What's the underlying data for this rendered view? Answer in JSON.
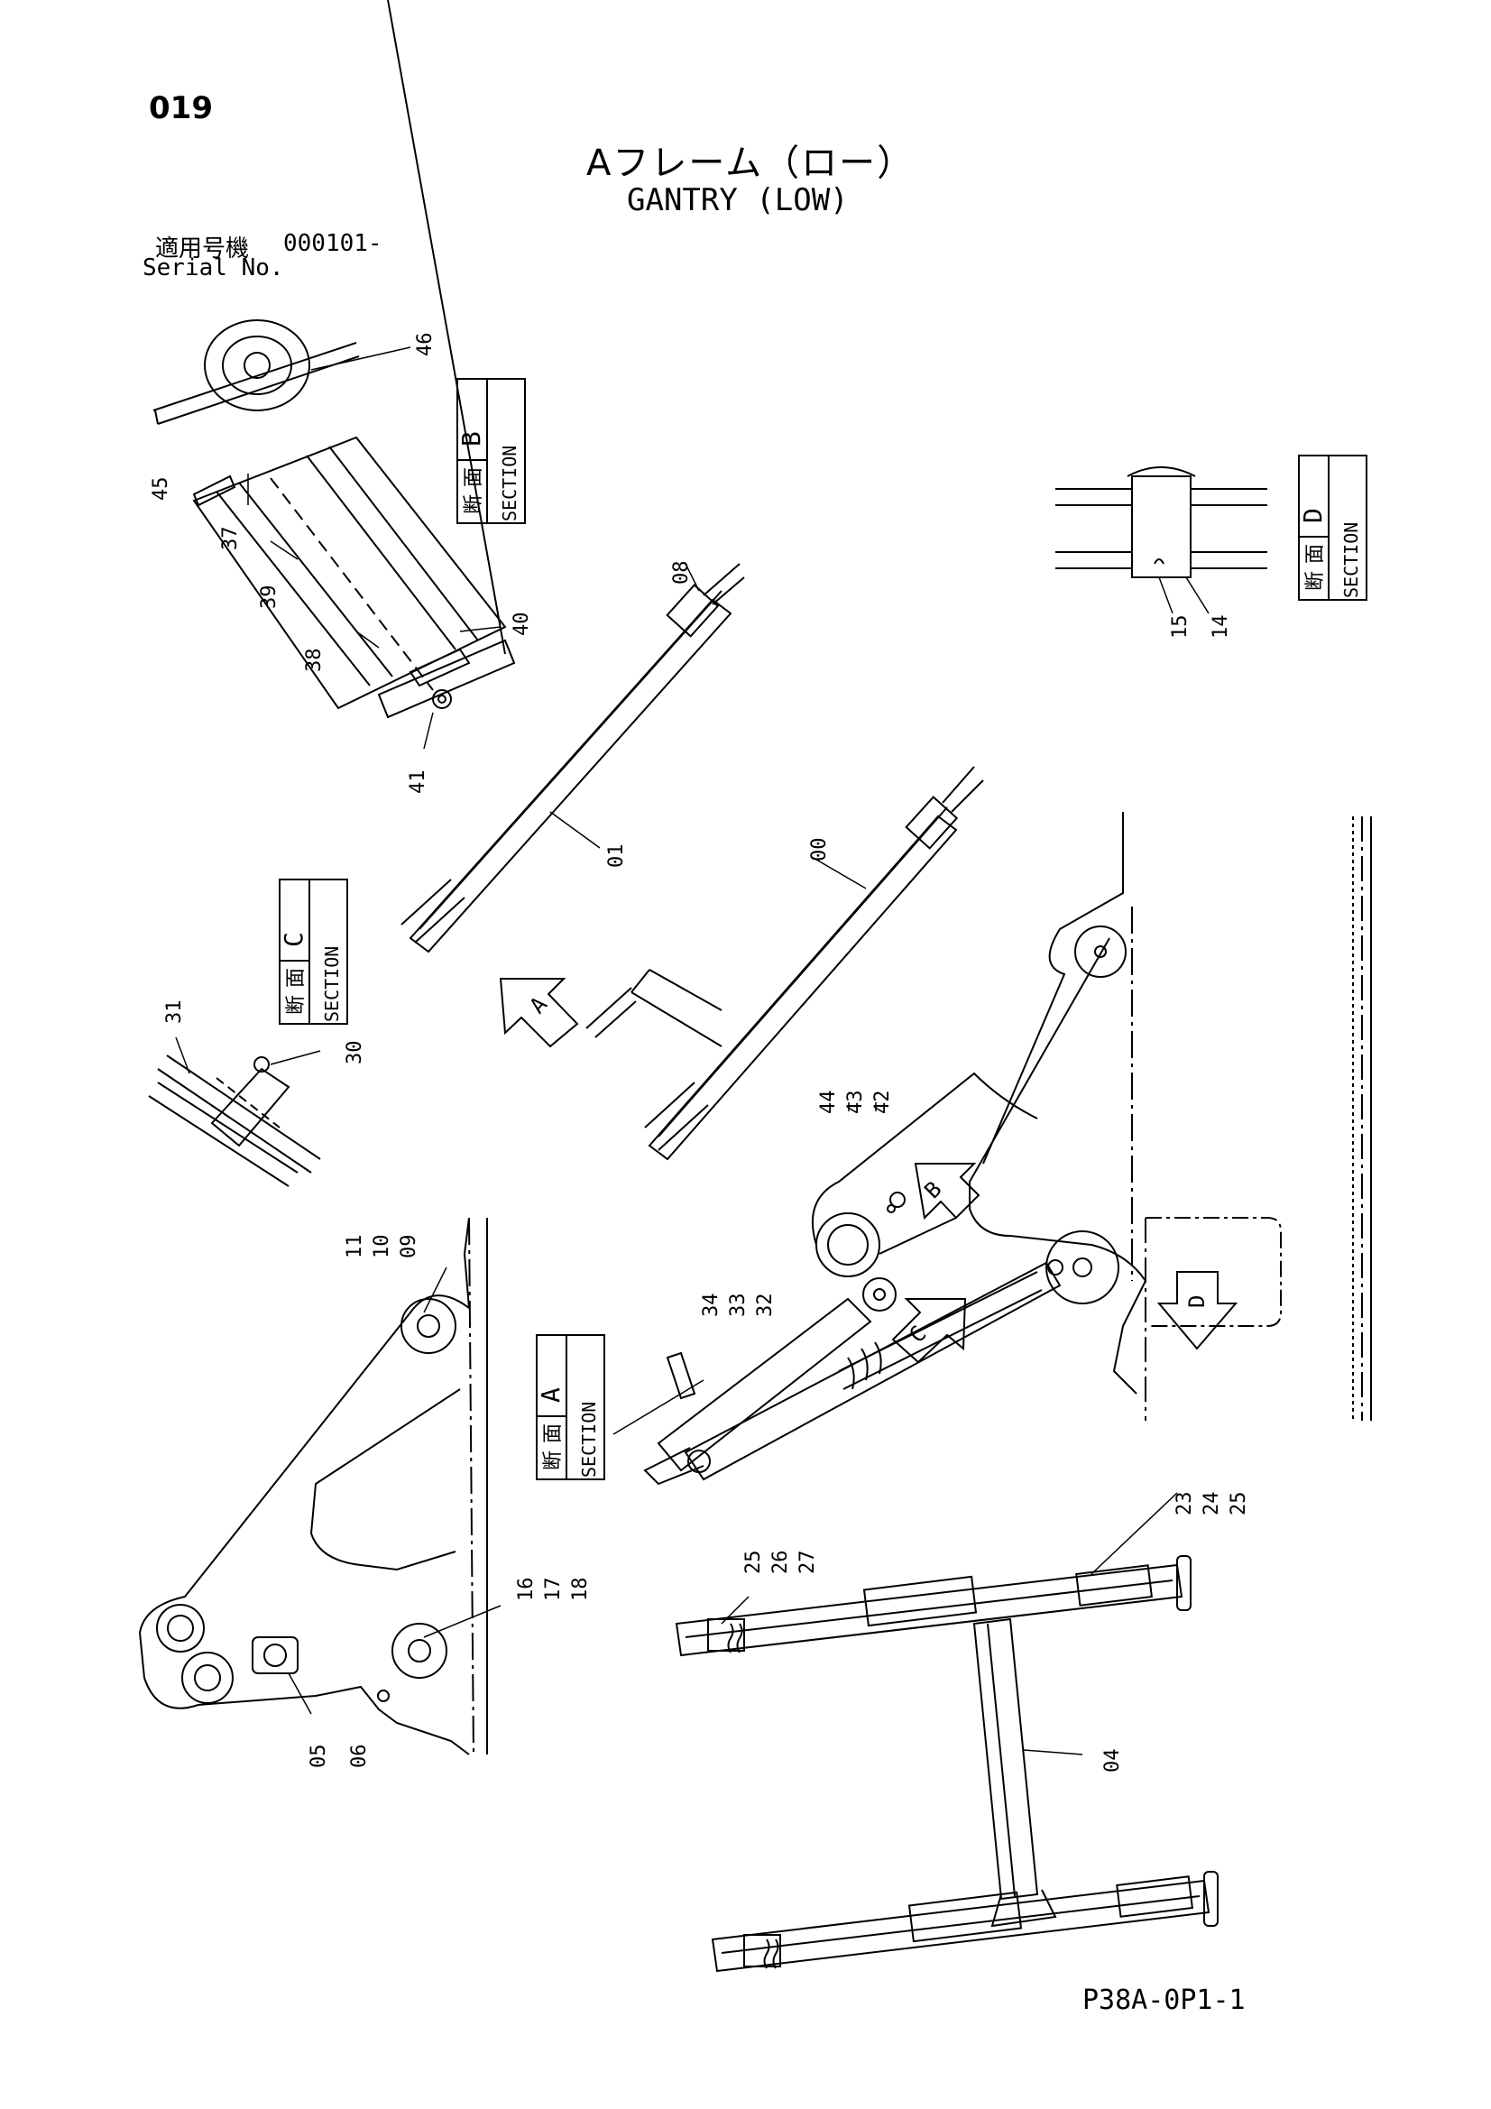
{
  "page_number": "019",
  "title_jp": "Aフレーム（ロー）",
  "title_en": "GANTRY (LOW)",
  "serial_label_jp": "適用号機",
  "serial_value": "000101-",
  "serial_label_en": "Serial No.",
  "drawing_code": "P38A-0P1-1",
  "section_boxes": [
    {
      "letter": "B",
      "kanji_1": "断",
      "kanji_2": "面",
      "word": "SECTION"
    },
    {
      "letter": "D",
      "kanji_1": "断",
      "kanji_2": "面",
      "word": "SECTION"
    },
    {
      "letter": "C",
      "kanji_1": "断",
      "kanji_2": "面",
      "word": "SECTION"
    },
    {
      "letter": "A",
      "kanji_1": "断",
      "kanji_2": "面",
      "word": "SECTION"
    }
  ],
  "view_arrows": [
    "A",
    "B",
    "C",
    "D"
  ],
  "part_labels": {
    "p45": "45",
    "p46": "46",
    "p37": "37",
    "p39": "39",
    "p38": "38",
    "p40": "40",
    "p41": "41",
    "p08": "08",
    "p01": "01",
    "p00": "00",
    "p15": "15",
    "p14": "14",
    "p31": "31",
    "p30": "30",
    "p44": "44",
    "p43": "43",
    "p42": "42",
    "p11": "11",
    "p10": "10",
    "p09": "09",
    "p34": "34",
    "p33": "33",
    "p32": "32",
    "p16": "16",
    "p17": "17",
    "p18": "18",
    "p05": "05",
    "p06": "06",
    "p23": "23",
    "p24": "24",
    "p25a": "25",
    "p25b": "25",
    "p26": "26",
    "p27": "27",
    "p04": "04"
  }
}
